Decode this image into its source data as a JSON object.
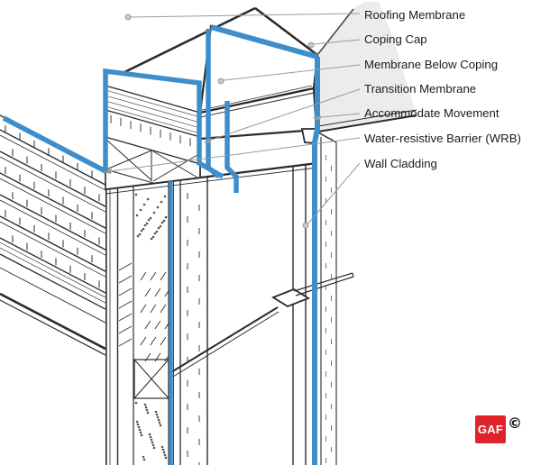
{
  "diagram": {
    "type": "isometric-parapet-corner-construction-detail",
    "labels": [
      "Roofing Membrane",
      "Coping Cap",
      "Membrane Below Coping",
      "Transition Membrane",
      "Accommodate Movement",
      "Water-resistive Barrier (WRB)",
      "Wall Cladding"
    ]
  },
  "colors": {
    "membrane_blue": "#3D8ECB",
    "drawing_line": "#2b2b2b",
    "leader_gray": "#9a9a9a",
    "wall_face_gray": "#ececec",
    "logo_red": "#E0232A"
  },
  "logo": {
    "text": "GAF",
    "copyright": "©"
  }
}
